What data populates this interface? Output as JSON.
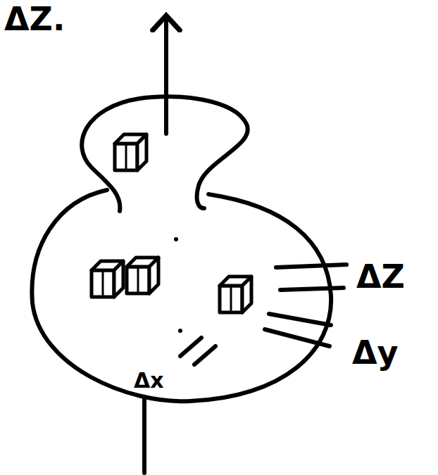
{
  "diagram": {
    "labels": [
      "ΔZ.",
      "ΔZ",
      "Δy",
      "Δx"
    ]
  }
}
